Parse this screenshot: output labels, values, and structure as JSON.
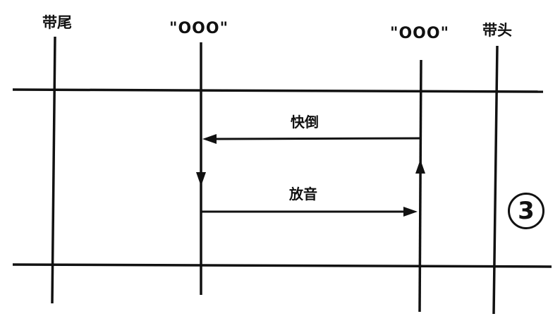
{
  "labels": {
    "tape_tail": "带尾",
    "tape_head": "带头",
    "counter_left": "\"OOO\"",
    "counter_right": "\"OOO\"",
    "fast_rewind": "快倒",
    "play": "放音",
    "step_number": "3"
  },
  "colors": {
    "ink": "#111111",
    "background": "#ffffff"
  }
}
